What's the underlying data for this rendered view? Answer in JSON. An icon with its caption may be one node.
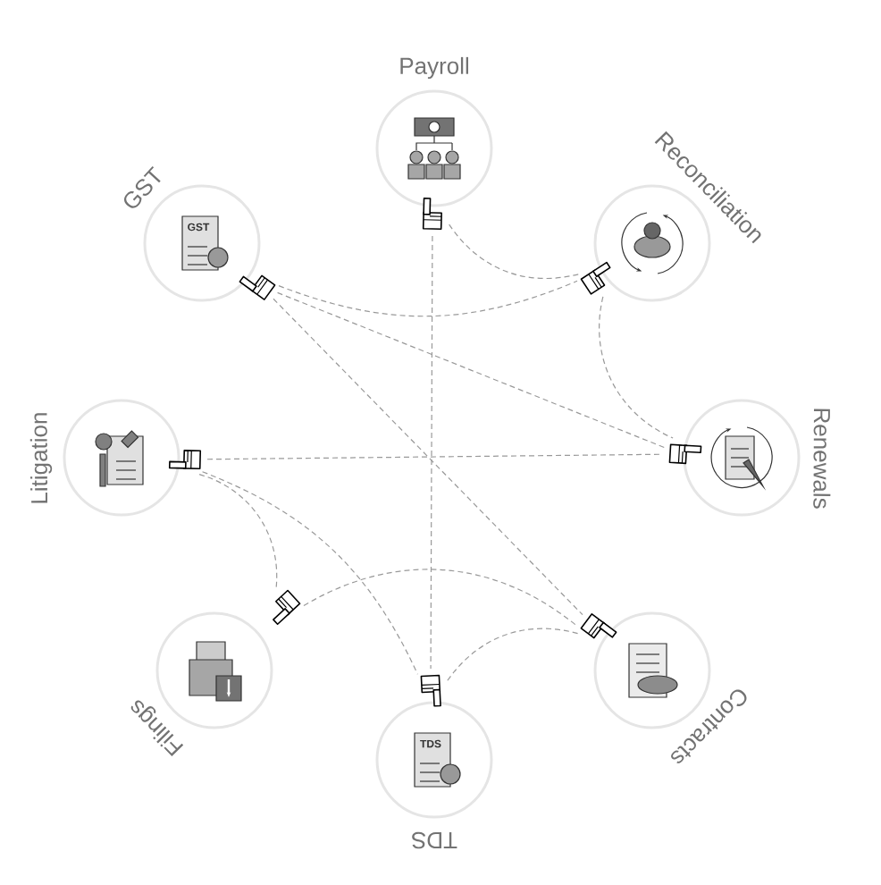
{
  "diagram": {
    "nodes": [
      {
        "text": [
          "Payroll"
        ]
      },
      {
        "text": [
          "GST",
          "GST"
        ]
      },
      {
        "text": [
          "Reconciliation"
        ]
      },
      {
        "text": [
          "Litigation"
        ]
      },
      {
        "text": [
          "Renewals"
        ]
      },
      {
        "text": [
          "Filings"
        ]
      },
      {
        "text": [
          "Contracts"
        ]
      },
      {
        "text": [
          "TDS",
          "TDS"
        ]
      }
    ],
    "edges": [
      {
        "from": 0,
        "to": 7,
        "arrow": "none",
        "style": "dashed"
      },
      {
        "from": 0,
        "to": 2,
        "arrow": "none",
        "style": "dashed"
      },
      {
        "from": 1,
        "to": 2,
        "arrow": "none",
        "style": "dashed"
      },
      {
        "from": 1,
        "to": 4,
        "arrow": "none",
        "style": "dashed"
      },
      {
        "from": 1,
        "to": 6,
        "arrow": "none",
        "style": "dashed"
      },
      {
        "from": 2,
        "to": 4,
        "arrow": "none",
        "style": "dashed"
      },
      {
        "from": 3,
        "to": 4,
        "arrow": "none",
        "style": "dashed"
      },
      {
        "from": 3,
        "to": 5,
        "arrow": "none",
        "style": "dashed"
      },
      {
        "from": 3,
        "to": 7,
        "arrow": "none",
        "style": "dashed"
      },
      {
        "from": 5,
        "to": 6,
        "arrow": "none",
        "style": "dashed"
      },
      {
        "from": 7,
        "to": 6,
        "arrow": "none",
        "style": "dashed"
      }
    ]
  }
}
